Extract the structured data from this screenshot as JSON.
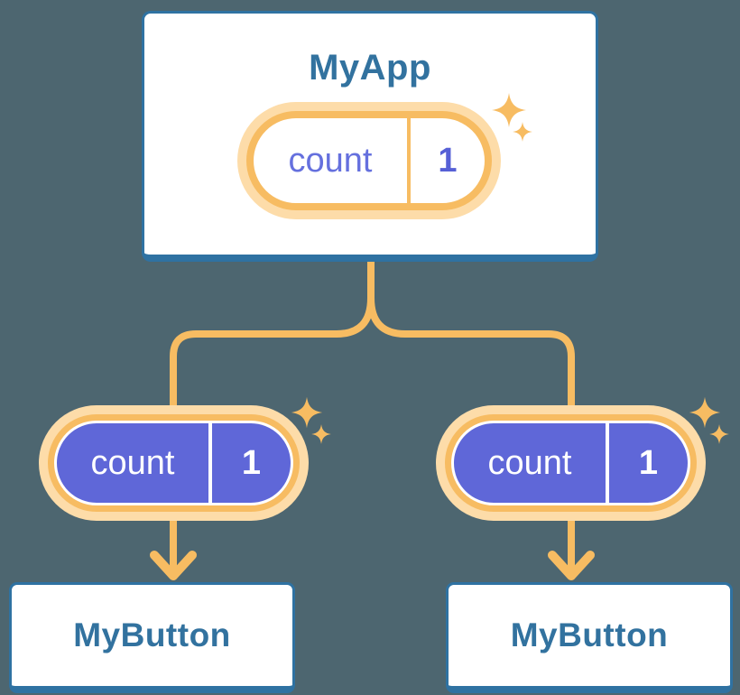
{
  "diagram": {
    "root": {
      "title": "MyApp",
      "state": {
        "name": "count",
        "value": "1"
      }
    },
    "children": [
      {
        "title": "MyButton",
        "prop": {
          "name": "count",
          "value": "1"
        }
      },
      {
        "title": "MyButton",
        "prop": {
          "name": "count",
          "value": "1"
        }
      }
    ]
  },
  "colors": {
    "background": "#4D6670",
    "card-bg": "#FFFFFF",
    "blue-border": "#2F72A2",
    "blue-text": "#32729F",
    "orange": "#F7BC62",
    "orange-light": "#FDDCA9",
    "purple": "#5F67D8",
    "purple-text": "#6570DE",
    "purple-text-bold": "#5660D6"
  }
}
